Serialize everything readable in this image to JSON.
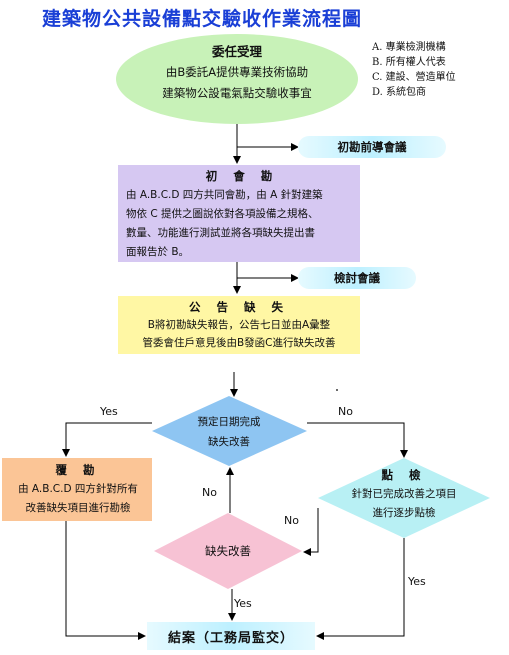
{
  "title": "建築物公共設備點交驗收作業流程圖",
  "legend": [
    "A.  專業檢測機構",
    "B.  所有權人代表",
    "C.  建設、營造單位",
    "D.  系統包商"
  ],
  "steps": {
    "commission": {
      "heading": "委任受理",
      "line1": "由B委託A提供專業技術協助",
      "line2": "建築物公設電氣點交驗收事宜"
    },
    "pre_meeting": "初勘前導會議",
    "initial": {
      "heading": "初 會 勘",
      "line1": "由 A.B.C.D 四方共同會勘，由 A 針對建築",
      "line2": "物依 C 提供之圖說依對各項設備之規格、",
      "line3": "數量、功能進行測試並將各項缺失提出書",
      "line4": "面報告於 B。"
    },
    "review_meeting": "檢討會議",
    "announce": {
      "heading": "公 告 缺 失",
      "line1": "B將初勘缺失報告，公告七日並由A彙整",
      "line2": "管委會住戶意見後由B發函C進行缺失改善"
    },
    "decision_scheduled": {
      "line1": "預定日期完成",
      "line2": "缺失改善"
    },
    "reinspect": {
      "heading": "覆 勘",
      "line1": "由 A.B.C.D 四方針對所有",
      "line2": "改善缺失項目進行勘檢"
    },
    "check": {
      "heading": "點 檢",
      "line1": "針對已完成改善之項目",
      "line2": "進行逐步點檢"
    },
    "defect_fix": "缺失改善",
    "final": "結案（工務局監交）"
  },
  "labels": {
    "yes_left": "Yes",
    "no_right": "No",
    "no_up": "No",
    "no_check": "No",
    "yes_bottom": "Yes",
    "yes_check": "Yes"
  },
  "colors": {
    "title": "#1a3fd6",
    "commission": "#c8f2b8",
    "cyan_label": "#c6f4ff",
    "initial": "#d6c8f2",
    "announce": "#fff7a4",
    "decision": "#8ec5f2",
    "reinspect": "#fbc596",
    "check": "#b8f0f4",
    "defect_fix": "#f7c2d4",
    "final": "#c6f4ff"
  }
}
